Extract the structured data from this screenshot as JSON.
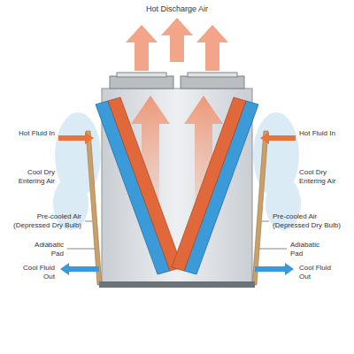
{
  "diagram": {
    "labels": [
      "Hot Discharge Air",
      "Hot Fluid In",
      "Hot Fluid In",
      "Cool Dry Entering Air",
      "Cool Dry Entering Air",
      "Pre-cooled Air (Depressed Dry Bulb)",
      "Pre-cooled Air (Depressed Dry Bulb)",
      "Adiabatic Pad",
      "Adiabatic Pad",
      "Cool Fluid Out",
      "Cool Fluid Out"
    ]
  }
}
